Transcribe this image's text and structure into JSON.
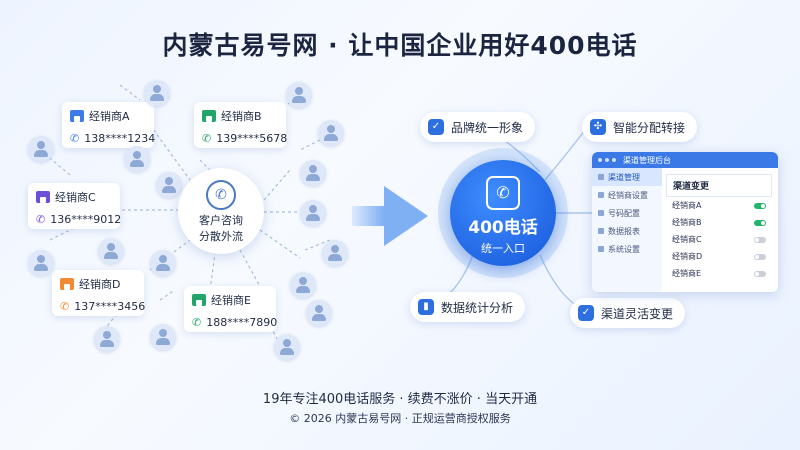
{
  "title": "内蒙古易号网 · 让中国企业用好400电话",
  "dealers": [
    {
      "name": "经销商A",
      "phone": "138****1234",
      "color": "#3a7be8"
    },
    {
      "name": "经销商B",
      "phone": "139****5678",
      "color": "#22a56b"
    },
    {
      "name": "经销商C",
      "phone": "136****9012",
      "color": "#6c4fd6"
    },
    {
      "name": "经销商D",
      "phone": "137****3456",
      "color": "#f08a34"
    },
    {
      "name": "经销商E",
      "phone": "188****7890",
      "color": "#22a56b"
    }
  ],
  "hub": {
    "line1": "客户咨询",
    "line2": "分散外流"
  },
  "core": {
    "title": "400电话",
    "subtitle": "统一入口"
  },
  "features": {
    "brand": "品牌统一形象",
    "smart": "智能分配转接",
    "stats": "数据统计分析",
    "channel": "渠道灵活变更"
  },
  "panel": {
    "title": "渠道管理后台",
    "menu": [
      "渠道管理",
      "经销商设置",
      "号码配置",
      "数据报表",
      "系统设置"
    ],
    "section": "渠道变更",
    "rows": [
      {
        "name": "经销商A",
        "on": true
      },
      {
        "name": "经销商B",
        "on": true
      },
      {
        "name": "经销商C",
        "on": false
      },
      {
        "name": "经销商D",
        "on": false
      },
      {
        "name": "经销商E",
        "on": false
      }
    ]
  },
  "footer": {
    "line1": "19年专注400电话服务 · 续费不涨价 · 当天开通",
    "line2": "© 2026 内蒙古易号网 · 正规运营商授权服务"
  },
  "colors": {
    "accent": "#1f63e0",
    "toggle_on": "#25b56a",
    "toggle_off": "#c9cfdb"
  }
}
